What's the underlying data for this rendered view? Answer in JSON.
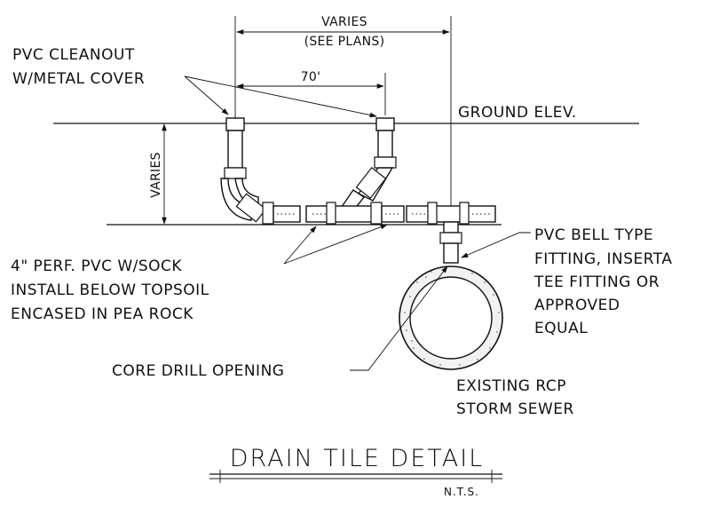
{
  "title": "DRAIN TILE DETAIL",
  "scale_note": "N.T.S.",
  "dims": {
    "top_varies": "VARIES",
    "top_see_plans": "(SEE PLANS)",
    "spacing": "70'",
    "depth_varies": "VARIES"
  },
  "labels": {
    "cleanout_line1": "PVC CLEANOUT",
    "cleanout_line2": "W/METAL COVER",
    "ground": "GROUND ELEV.",
    "perf_line1": "4\" PERF. PVC W/SOCK",
    "perf_line2": "INSTALL BELOW TOPSOIL",
    "perf_line3": "ENCASED IN PEA ROCK",
    "fitting_line1": "PVC BELL TYPE",
    "fitting_line2": "FITTING, INSERTA",
    "fitting_line3": "TEE FITTING OR",
    "fitting_line4": "APPROVED",
    "fitting_line5": "EQUAL",
    "core_drill": "CORE DRILL OPENING",
    "rcp_line1": "EXISTING RCP",
    "rcp_line2": "STORM SEWER"
  }
}
